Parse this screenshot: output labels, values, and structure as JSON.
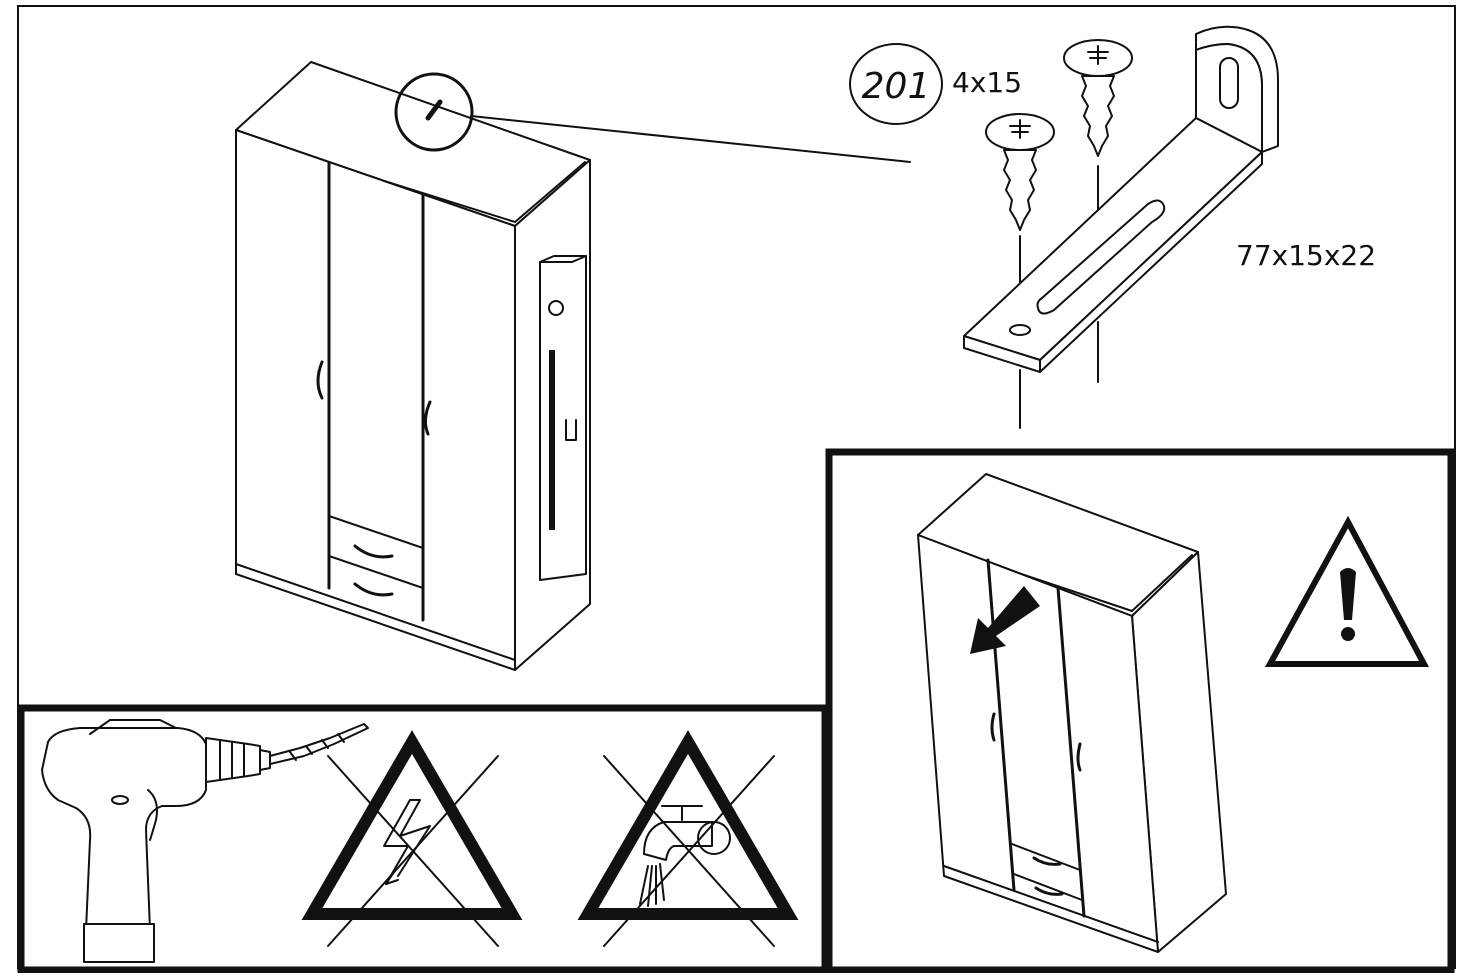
{
  "part_number": "201",
  "screw_size": "4x15",
  "bracket_size": "77x15x22",
  "panels": {
    "main": "wall-anchoring-detail",
    "warnings": [
      "drill",
      "no-electrical-cables",
      "no-water-pipes"
    ],
    "tip_over": "tip-over-hazard"
  },
  "colors": {
    "ink": "#111111",
    "paper": "#ffffff"
  }
}
